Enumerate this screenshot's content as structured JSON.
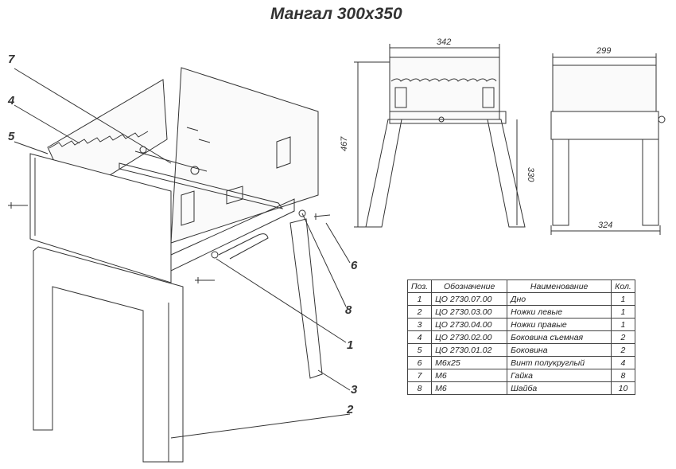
{
  "title": "Мангал 300х350",
  "callouts": [
    "7",
    "4",
    "5",
    "6",
    "8",
    "1",
    "3",
    "2"
  ],
  "dimensions": {
    "top_width": "342",
    "height": "467",
    "leg_height": "330",
    "side_top": "299",
    "side_bottom": "324"
  },
  "table": {
    "headers": [
      "Поз.",
      "Обозначение",
      "Наименование",
      "Кол."
    ],
    "rows": [
      [
        "1",
        "ЦО 2730.07.00",
        "Дно",
        "1"
      ],
      [
        "2",
        "ЦО 2730.03.00",
        "Ножки левые",
        "1"
      ],
      [
        "3",
        "ЦО 2730.04.00",
        "Ножки правые",
        "1"
      ],
      [
        "4",
        "ЦО 2730.02.00",
        "Боковина съемная",
        "2"
      ],
      [
        "5",
        "ЦО 2730.01.02",
        "Боковина",
        "2"
      ],
      [
        "6",
        "М6х25",
        "Винт полукруглый",
        "4"
      ],
      [
        "7",
        "М6",
        "Гайка",
        "8"
      ],
      [
        "8",
        "М6",
        "Шайба",
        "10"
      ]
    ]
  }
}
